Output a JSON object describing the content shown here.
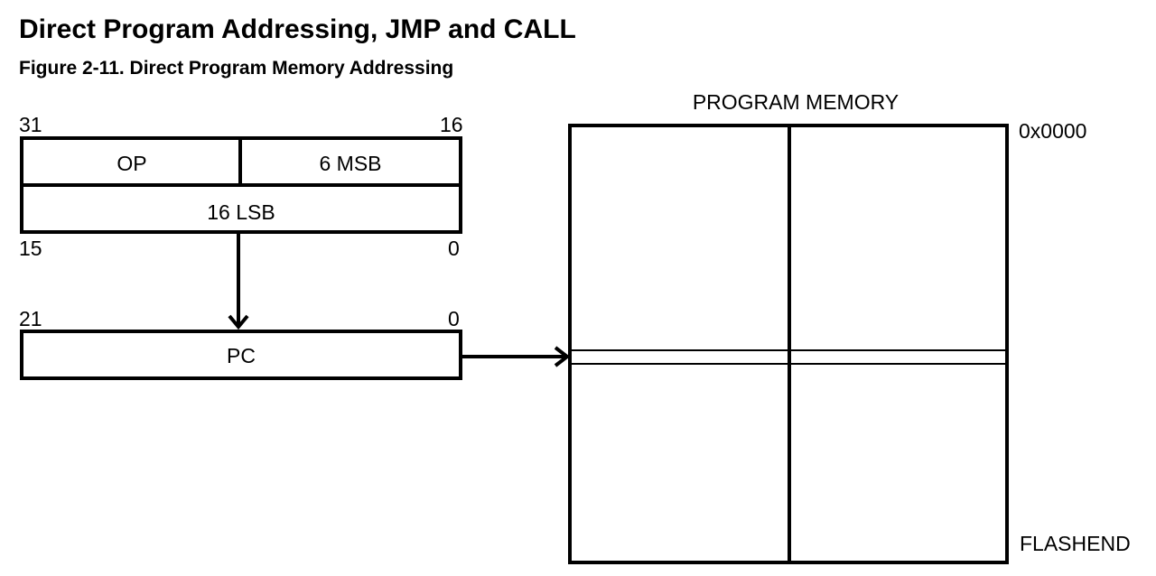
{
  "page": {
    "title": "Direct Program Addressing, JMP and CALL",
    "figure_caption": "Figure 2-11.  Direct Program Memory Addressing"
  },
  "instruction": {
    "bit_high": "31",
    "bit_mid_high": "16",
    "bit_mid_low": "15",
    "bit_low": "0",
    "fields": {
      "op": "OP",
      "msb": "6 MSB",
      "lsb": "16 LSB"
    }
  },
  "pc": {
    "bit_high": "21",
    "bit_low": "0",
    "label": "PC"
  },
  "memory": {
    "title": "PROGRAM MEMORY",
    "start_address": "0x0000",
    "end_address": "FLASHEND"
  }
}
